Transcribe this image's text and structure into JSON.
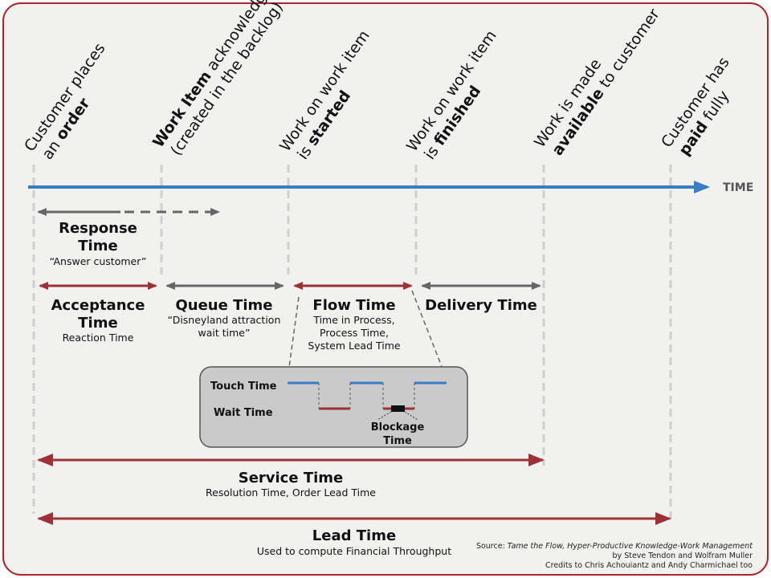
{
  "milestones": [
    {
      "pre": "Customer places",
      "line2_pre": "an ",
      "bold": "order",
      "post": ""
    },
    {
      "bold_first": "Work Item",
      "rest": " acknowledged",
      "line2": "(created in the backlog)"
    },
    {
      "pre": "Work on work item",
      "line2_pre": "is ",
      "bold": "started",
      "post": ""
    },
    {
      "pre": "Work on work item",
      "line2_pre": "is ",
      "bold": "finished",
      "post": ""
    },
    {
      "pre": "Work is made",
      "bold": "available",
      "post": " to customer"
    },
    {
      "pre": "Customer has",
      "bold": "paid",
      "post": " fully"
    }
  ],
  "axis_label": "TIME",
  "response": {
    "title1": "Response",
    "title2": "Time",
    "sub": "“Answer customer”"
  },
  "acceptance": {
    "title1": "Acceptance",
    "title2": "Time",
    "sub": "Reaction Time"
  },
  "queue": {
    "title": "Queue Time",
    "sub1": "“Disneyland attraction",
    "sub2": "wait  time”"
  },
  "flow": {
    "title": "Flow Time",
    "sub1": "Time in Process,",
    "sub2": "Process Time,",
    "sub3": "System Lead Time"
  },
  "delivery": {
    "title": "Delivery Time"
  },
  "inset": {
    "touch": "Touch Time",
    "wait": "Wait Time",
    "blockage1": "Blockage",
    "blockage2": "Time"
  },
  "service": {
    "title": "Service Time",
    "sub": "Resolution Time, Order Lead Time"
  },
  "lead": {
    "title": "Lead Time",
    "sub": "Used to compute Financial Throughput"
  },
  "source": {
    "prefix": "Source: ",
    "title": "Tame the Flow, Hyper-Productive Knowledge-Work Management",
    "line2": "by Steve Tendon and Wolfram Muller",
    "line3": "Credits to Chris Achouiantz and Andy Charmichael too"
  },
  "colors": {
    "axis": "#3a7dc4",
    "red": "#9e3138",
    "gray": "#666666",
    "frame": "#a8262c",
    "panel": "#f1f1f0"
  }
}
